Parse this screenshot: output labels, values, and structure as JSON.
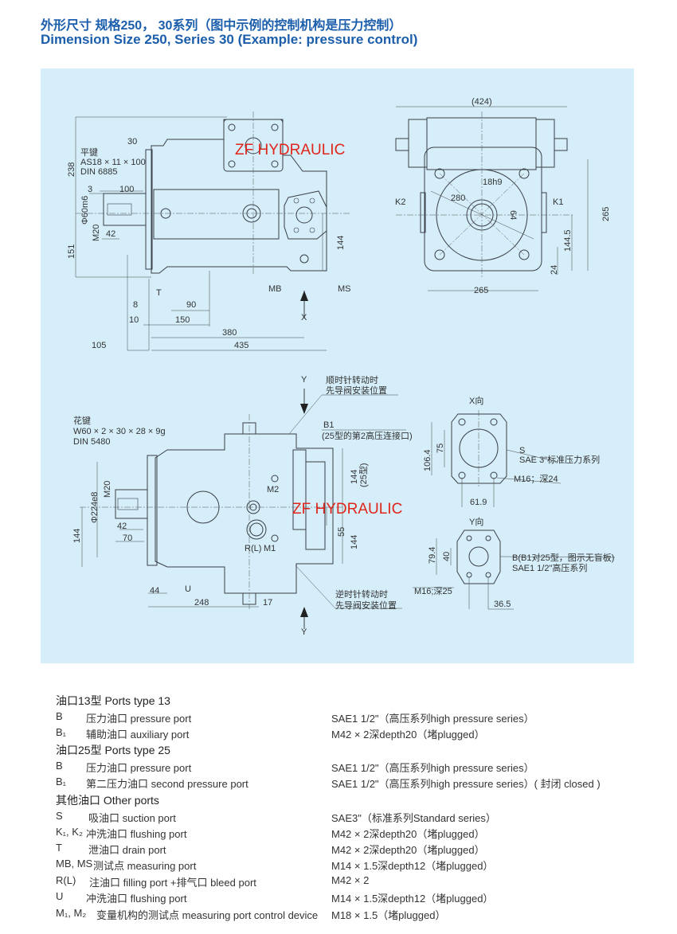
{
  "title_cn": "外形尺寸  规格250，  30系列（图中示例的控制机构是压力控制）",
  "title_en": "Dimension  Size 250, Series 30  (Example: pressure control)",
  "colors": {
    "title": "#1b5eab",
    "panel": "#d5eef9",
    "watermark": "#e0261b"
  },
  "watermark": "ZF HYDRAULIC",
  "side_view": {
    "key_cn": "平键",
    "key_spec": "AS18 × 11 × 100",
    "key_din": "DIN 6885",
    "d238": "238",
    "d151": "151",
    "d30": "30",
    "d3": "3",
    "d100": "100",
    "shaft_dia": "Φ60m6",
    "m20": "M20",
    "d42": "42",
    "d144": "144",
    "T": "T",
    "MB": "MB",
    "MS": "MS",
    "X": "X",
    "d8": "8",
    "d90": "90",
    "d10": "10",
    "d150": "150",
    "d380": "380",
    "d105": "105",
    "d435": "435"
  },
  "front_view": {
    "d424": "(424)",
    "d18": "18h9",
    "d280": "280",
    "d64": "64",
    "K2": "K2",
    "K1": "K1",
    "d265v": "265",
    "d1445": "144.5",
    "d24": "24",
    "d265h": "265"
  },
  "lower_view": {
    "Y_top": "Y",
    "Y_bottom": "Y",
    "cw_line1": "顺时针转动时",
    "cw_line2": "先导阀安装位置",
    "spline_cn": "花键",
    "spline_spec": "W60 × 2 × 30 × 28 × 9g",
    "spline_din": "DIN 5480",
    "B1": "B1",
    "B1_note": "(25型的第2高压连接口)",
    "d144a": "144",
    "type25": "(25型)",
    "M2": "M2",
    "M20": "M20",
    "dia224": "Φ224e8",
    "d55": "55",
    "d144b": "144",
    "d144c": "144",
    "d42": "42",
    "d70": "70",
    "RL": "R(L)",
    "M1": "M1",
    "d44": "44",
    "U": "U",
    "d248": "248",
    "d17": "17",
    "ccw_line1": "逆时针转动时",
    "ccw_line2": "先导阀安装位置"
  },
  "x_view": {
    "title": "X向",
    "d1064": "106.4",
    "d75": "75",
    "S": "S",
    "S_spec": "SAE 3\"标准压力系列",
    "thread": "M16；深24",
    "d619": "61.9"
  },
  "y_view": {
    "title": "Y向",
    "d794": "79.4",
    "d40": "40",
    "B": "B(B1对25型，图示无盲板)",
    "B_spec": "SAE1 1/2\"高压系列",
    "thread": "M16;深25",
    "d365": "36.5"
  },
  "ports": {
    "type13_header": "油口13型 Ports type 13",
    "type13": [
      {
        "code": "B",
        "desc": "压力油口 pressure port",
        "spec": "SAE1 1/2\"（高压系列high pressure series）"
      },
      {
        "code": "B₁",
        "desc": "辅助油口 auxiliary port",
        "spec": "M42 × 2深depth20（堵plugged）"
      }
    ],
    "type25_header": "油口25型 Ports type 25",
    "type25": [
      {
        "code": "B",
        "desc": "压力油口 pressure port",
        "spec": "SAE1 1/2\"（高压系列high pressure series）"
      },
      {
        "code": "B₁",
        "desc": "第二压力油口 second pressure port",
        "spec": "SAE1 1/2\"（高压系列high pressure series）( 封闭 closed )"
      }
    ],
    "other_header": "其他油口 Other ports",
    "other": [
      {
        "code": "S",
        "desc": "吸油口 suction port",
        "spec": "SAE3\"（标准系列Standard series）"
      },
      {
        "code": "K₁, K₂",
        "desc": "冲洗油口 flushing port",
        "spec": "M42 × 2深depth20（堵plugged）"
      },
      {
        "code": "T",
        "desc": "泄油口 drain port",
        "spec": "M42 × 2深depth20（堵plugged）"
      },
      {
        "code": "MB, MS",
        "desc": "测试点 measuring port",
        "spec": "M14 × 1.5深depth12（堵plugged）"
      },
      {
        "code": "R(L)",
        "desc": "注油口 filling port +排气口 bleed port",
        "spec": "M42 × 2"
      },
      {
        "code": "U",
        "desc": "冲洗油口 flushing port",
        "spec": "M14 × 1.5深depth12（堵plugged）"
      },
      {
        "code": "M₁, M₂",
        "desc": "变量机构的测试点 measuring port control device",
        "spec": "M18 × 1.5（堵plugged）"
      }
    ]
  }
}
